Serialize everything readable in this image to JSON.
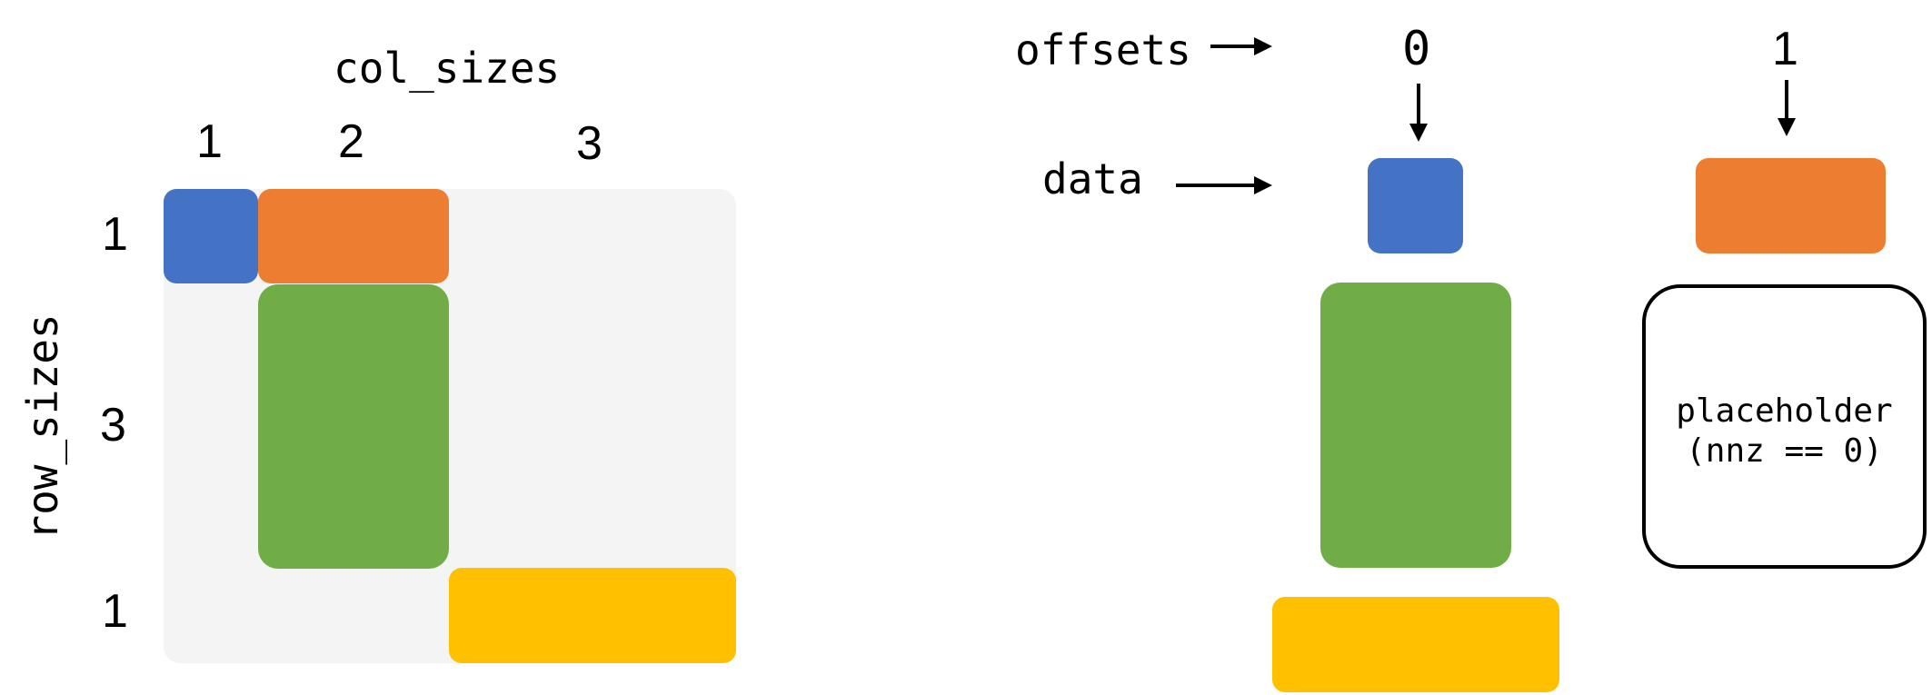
{
  "matrix": {
    "col_sizes_label": "col_sizes",
    "row_sizes_label": "row_sizes",
    "col_sizes": [
      "1",
      "2",
      "3"
    ],
    "row_sizes": [
      "1",
      "3",
      "1"
    ]
  },
  "storage": {
    "offsets_label": "offsets",
    "data_label": "data",
    "offset_values": [
      "0",
      "1"
    ],
    "placeholder_line1": "placeholder",
    "placeholder_line2": "(nnz == 0)"
  },
  "colors": {
    "blue": "#4472C4",
    "orange": "#ED7D31",
    "green": "#70AD47",
    "yellow": "#FFC000",
    "background_grid": "#F4F4F4"
  }
}
